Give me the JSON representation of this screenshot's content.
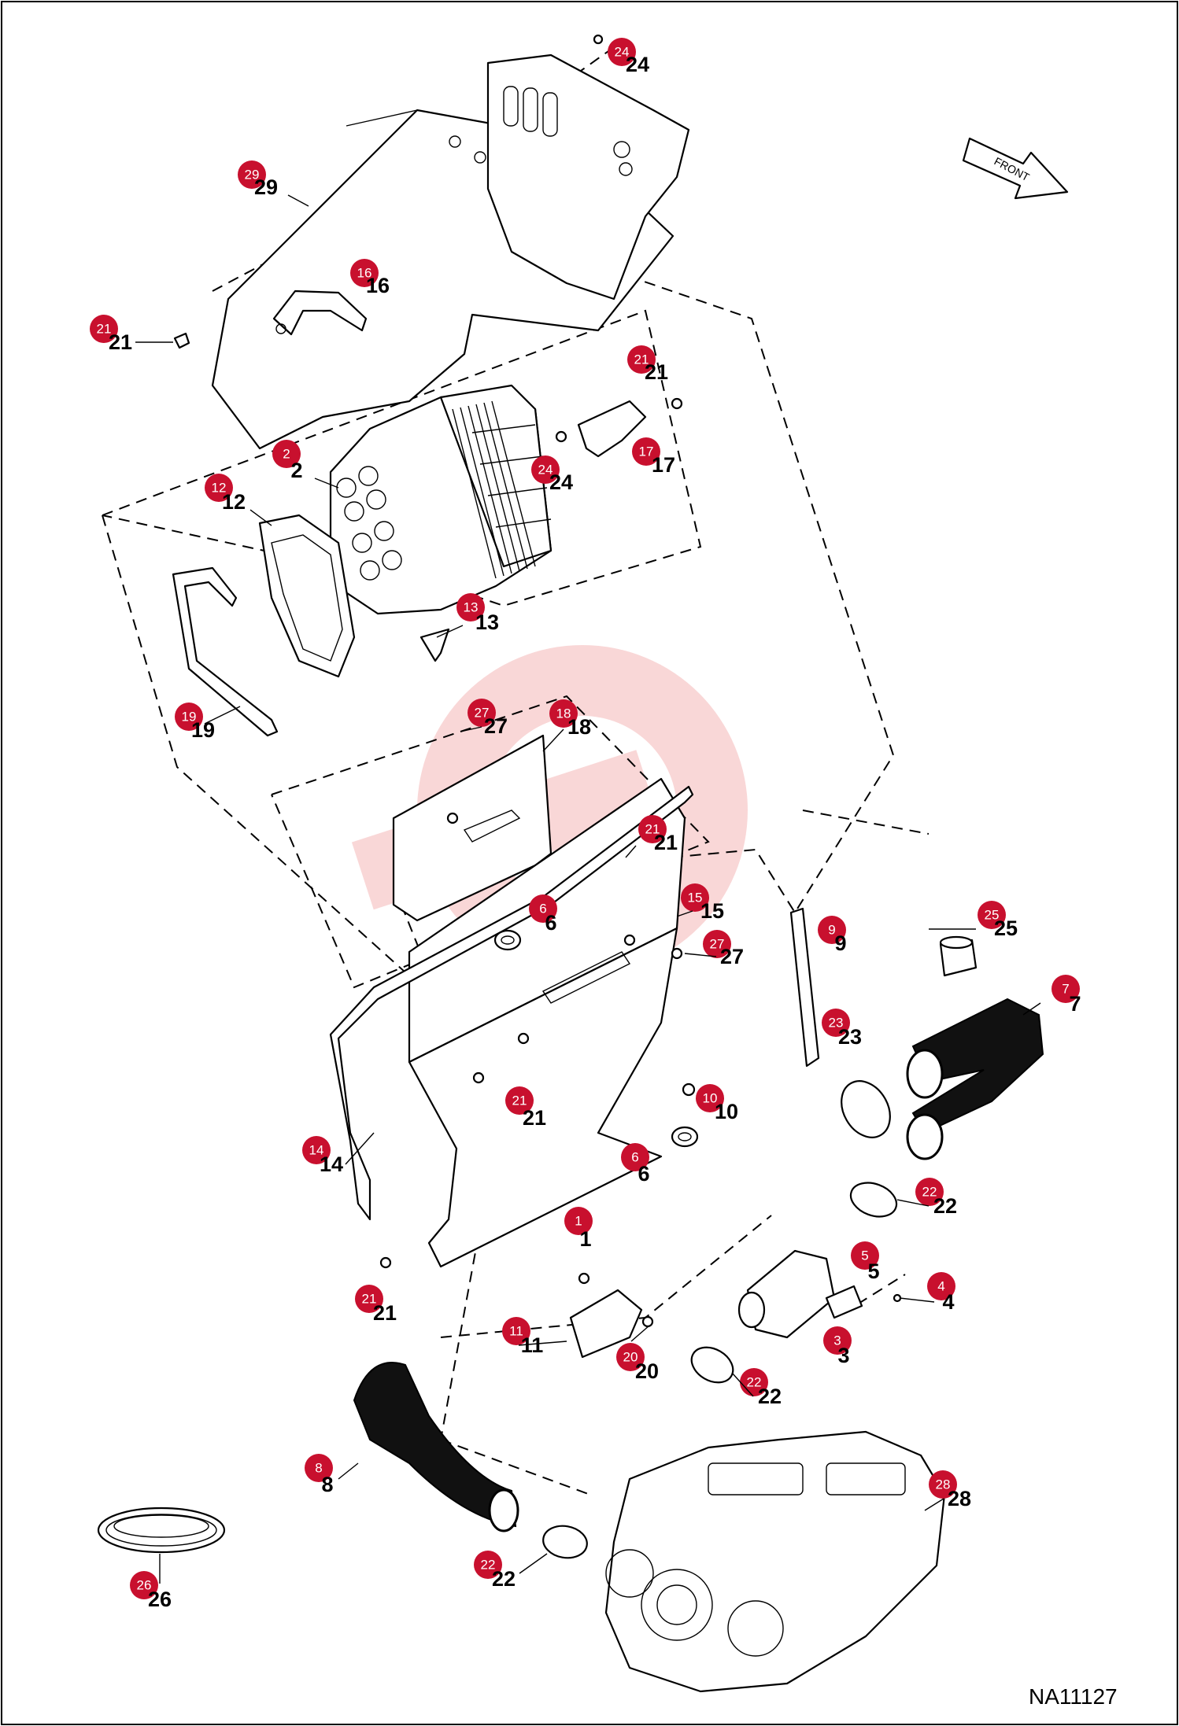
{
  "diagram_code": "NA11127",
  "front_label": "FRONT",
  "callouts": [
    {
      "id": "c24a",
      "n": "24"
    },
    {
      "id": "c29",
      "n": "29"
    },
    {
      "id": "c16",
      "n": "16"
    },
    {
      "id": "c21a",
      "n": "21"
    },
    {
      "id": "c21b",
      "n": "21"
    },
    {
      "id": "c24b",
      "n": "24"
    },
    {
      "id": "c17",
      "n": "17"
    },
    {
      "id": "c2",
      "n": "2"
    },
    {
      "id": "c12",
      "n": "12"
    },
    {
      "id": "c13",
      "n": "13"
    },
    {
      "id": "c19",
      "n": "19"
    },
    {
      "id": "c27a",
      "n": "27"
    },
    {
      "id": "c18",
      "n": "18"
    },
    {
      "id": "c21c",
      "n": "21"
    },
    {
      "id": "c15",
      "n": "15"
    },
    {
      "id": "c6a",
      "n": "6"
    },
    {
      "id": "c27b",
      "n": "27"
    },
    {
      "id": "c9",
      "n": "9"
    },
    {
      "id": "c25",
      "n": "25"
    },
    {
      "id": "c7",
      "n": "7"
    },
    {
      "id": "c23",
      "n": "23"
    },
    {
      "id": "c21d",
      "n": "21"
    },
    {
      "id": "c10",
      "n": "10"
    },
    {
      "id": "c14",
      "n": "14"
    },
    {
      "id": "c6b",
      "n": "6"
    },
    {
      "id": "c22a",
      "n": "22"
    },
    {
      "id": "c1",
      "n": "1"
    },
    {
      "id": "c5",
      "n": "5"
    },
    {
      "id": "c4",
      "n": "4"
    },
    {
      "id": "c21e",
      "n": "21"
    },
    {
      "id": "c11",
      "n": "11"
    },
    {
      "id": "c20",
      "n": "20"
    },
    {
      "id": "c3",
      "n": "3"
    },
    {
      "id": "c22b",
      "n": "22"
    },
    {
      "id": "c8",
      "n": "8"
    },
    {
      "id": "c28",
      "n": "28"
    },
    {
      "id": "c26",
      "n": "26"
    },
    {
      "id": "c22c",
      "n": "22"
    }
  ]
}
